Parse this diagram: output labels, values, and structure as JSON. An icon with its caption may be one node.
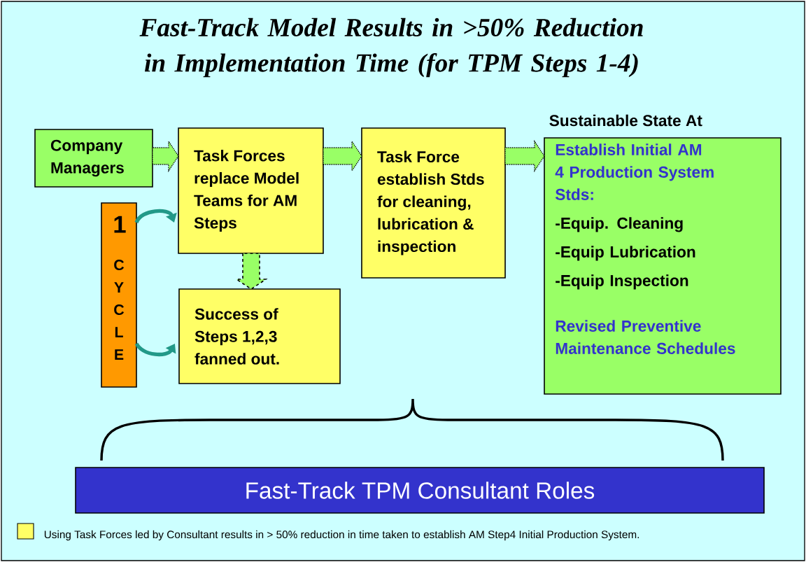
{
  "diagram": {
    "title": "Fast-Track Model Results in >50% Reduction in Implementation Time (for TPM Steps 1-4)",
    "nodes": [
      {
        "text": [
          "Company Managers"
        ]
      },
      {
        "text": [
          "Task Forces replace Model Teams for AM Steps"
        ]
      },
      {
        "text": [
          "Task Force establish Stds for cleaning, lubrication & inspection"
        ]
      },
      {
        "text": [
          "Sustainable State At",
          "Establish Initial AM 4 Production System Stds:",
          "-Equip. Cleaning",
          "-Equip Lubrication",
          "-Equip Inspection",
          "Revised Preventive Maintenance Schedules"
        ]
      },
      {
        "text": [
          "1",
          "C Y C L E"
        ]
      },
      {
        "text": [
          "Success of Steps 1,2,3 fanned out."
        ]
      },
      {
        "text": [
          "Fast-Track TPM Consultant Roles"
        ]
      }
    ],
    "edges": [
      {
        "from": 0,
        "to": 1,
        "arrow": "to"
      },
      {
        "from": 1,
        "to": 2,
        "arrow": "to"
      },
      {
        "from": 2,
        "to": 3,
        "arrow": "to"
      },
      {
        "from": 1,
        "to": 5,
        "arrow": "to",
        "style": "dashed"
      },
      {
        "from": 4,
        "to": 1,
        "arrow": "to",
        "color": "#229988"
      },
      {
        "from": 4,
        "to": 5,
        "arrow": "to",
        "color": "#229988"
      }
    ],
    "legend": [
      {
        "text": "Using Task Forces led by Consultant results in > 50% reduction in time taken to establish AM Step4 Initial Production System.",
        "color": "#ffff66"
      }
    ]
  }
}
